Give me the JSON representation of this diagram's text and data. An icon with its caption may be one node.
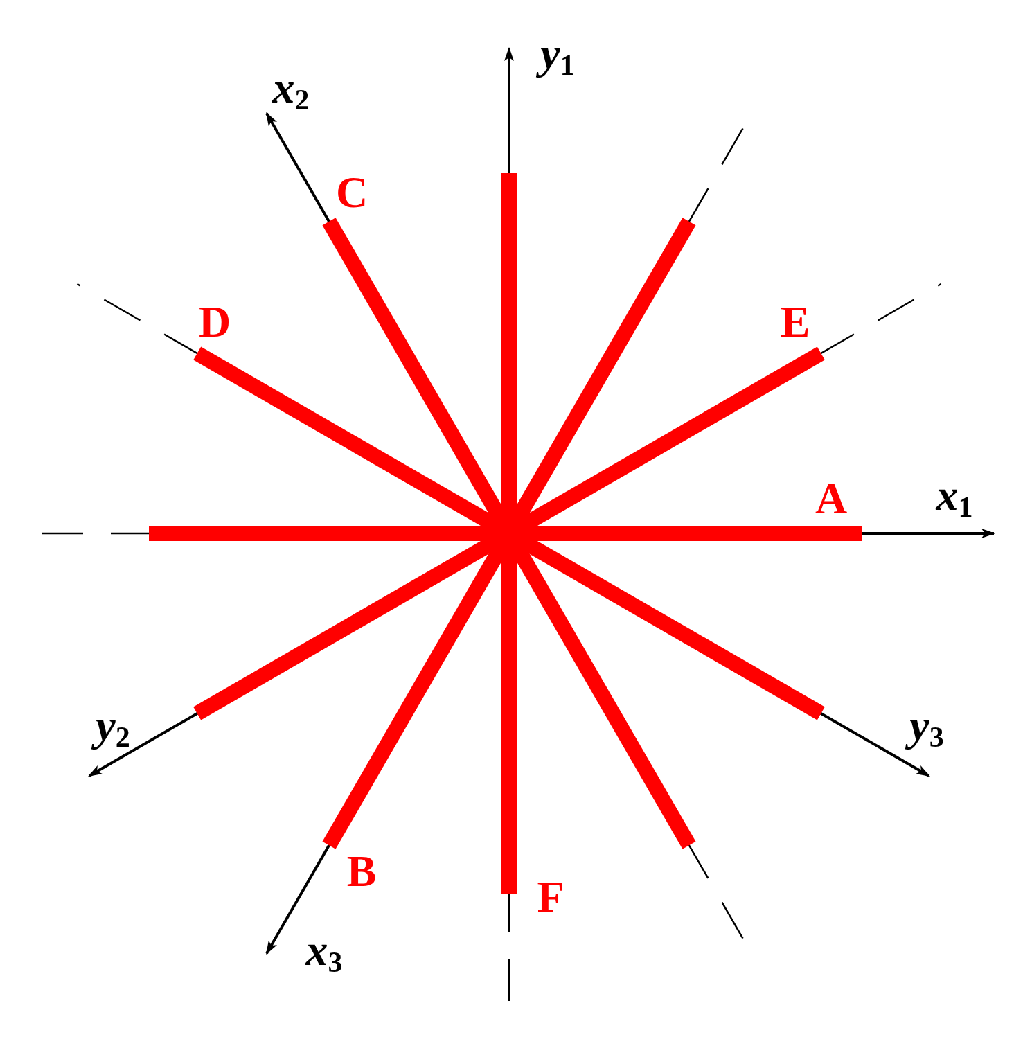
{
  "diagram": {
    "labels": [
      "y$_{1}$",
      "x$_{2}$",
      "C",
      "D",
      "E",
      "A",
      "x$_{1}$",
      "y$_{2}$",
      "y$_{3}$",
      "B",
      "F",
      "x$_{3}$"
    ]
  }
}
